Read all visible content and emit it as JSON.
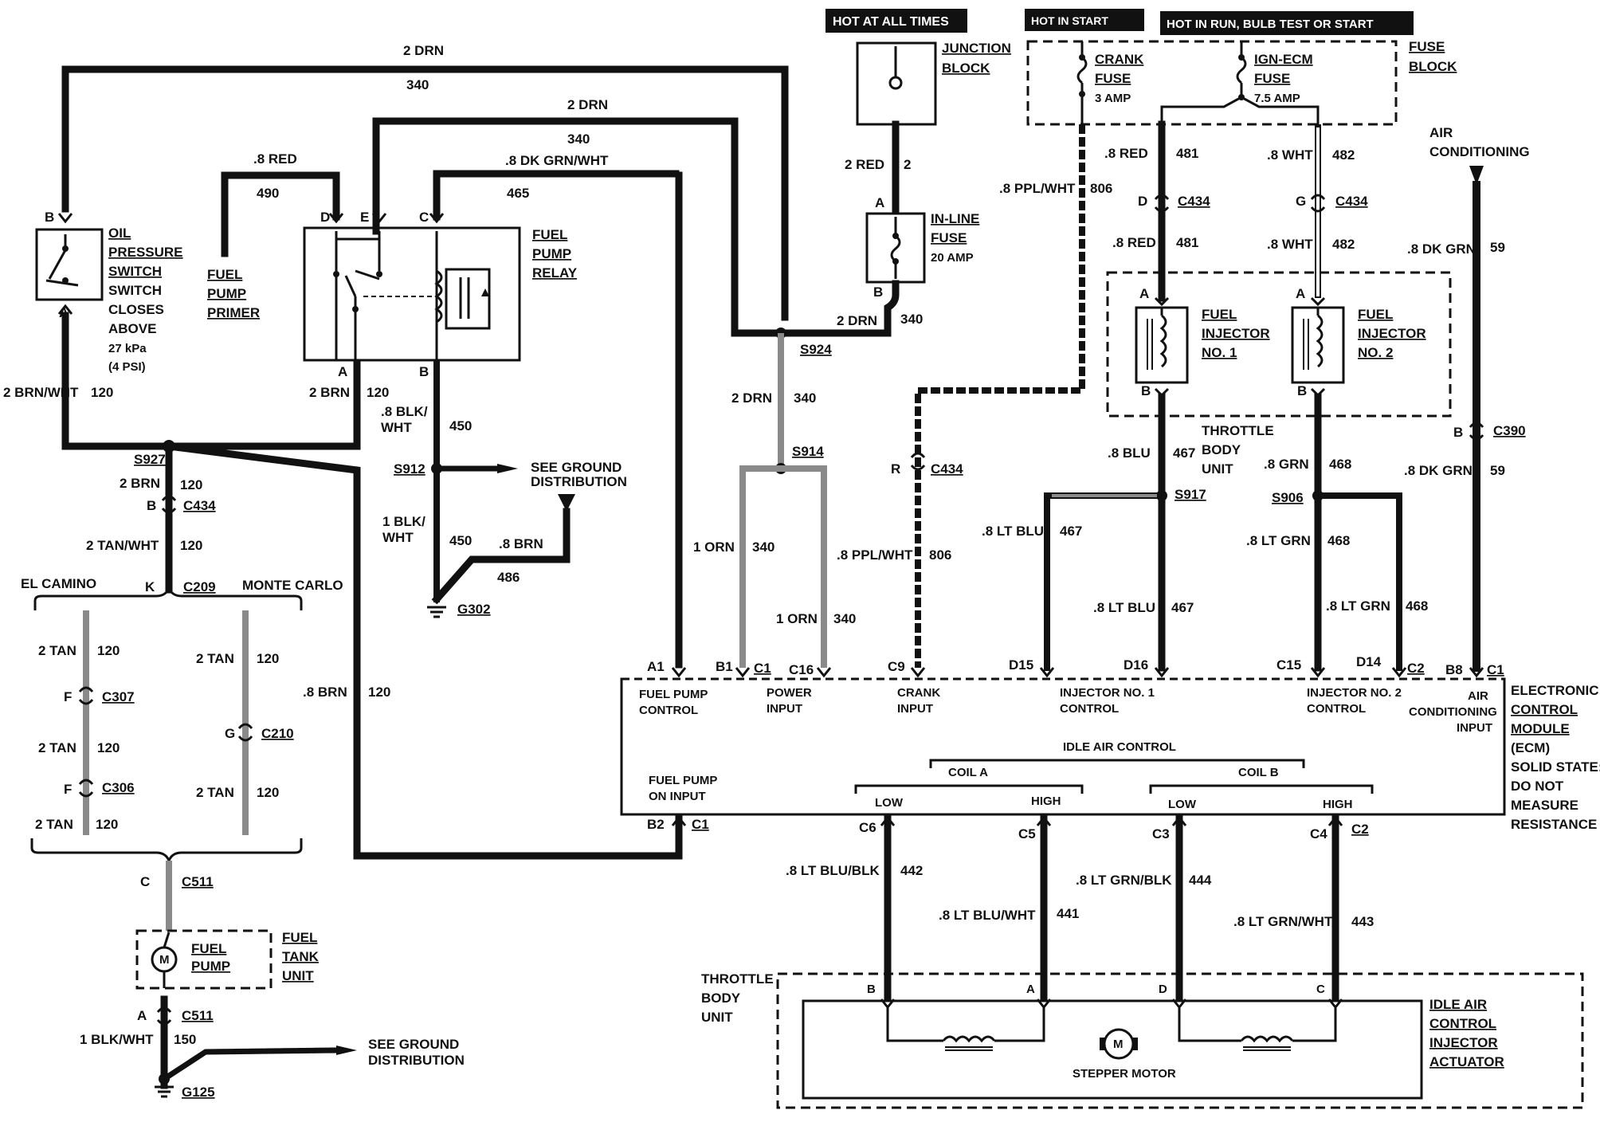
{
  "headers": {
    "hot_at_all_times": "HOT AT ALL TIMES",
    "hot_in_start": "HOT IN START",
    "hot_in_run": "HOT IN RUN, BULB TEST OR START"
  },
  "components": {
    "junction_block": [
      "JUNCTION",
      "BLOCK"
    ],
    "fuse_block": [
      "FUSE",
      "BLOCK"
    ],
    "crank_fuse": [
      "CRANK",
      "FUSE",
      "3 AMP"
    ],
    "ign_ecm_fuse": [
      "IGN-ECM",
      "FUSE",
      "7.5 AMP"
    ],
    "inline_fuse": [
      "IN-LINE",
      "FUSE",
      "20 AMP"
    ],
    "oil_pressure_switch": [
      "OIL",
      "PRESSURE",
      "SWITCH",
      "SWITCH",
      "CLOSES",
      "ABOVE",
      "27 kPa",
      "(4 PSI)"
    ],
    "fuel_pump_primer": [
      "FUEL",
      "PUMP",
      "PRIMER"
    ],
    "fuel_pump_relay": [
      "FUEL",
      "PUMP",
      "RELAY"
    ],
    "fuel_injector_1": [
      "FUEL",
      "INJECTOR",
      "NO. 1"
    ],
    "fuel_injector_2": [
      "FUEL",
      "INJECTOR",
      "NO. 2"
    ],
    "throttle_body_unit_top": [
      "THROTTLE",
      "BODY",
      "UNIT"
    ],
    "air_conditioning": [
      "AIR",
      "CONDITIONING"
    ],
    "see_ground_1": [
      "SEE GROUND",
      "DISTRIBUTION"
    ],
    "see_ground_2": [
      "SEE GROUND",
      "DISTRIBUTION"
    ],
    "el_camino": "EL CAMINO",
    "monte_carlo": "MONTE CARLO",
    "fuel_pump": [
      "FUEL",
      "PUMP"
    ],
    "fuel_tank_unit": [
      "FUEL",
      "TANK",
      "UNIT"
    ],
    "motor_symbol": "M",
    "ecm": [
      "ELECTRONIC",
      "CONTROL",
      "MODULE",
      "(ECM)",
      "SOLID STATE:",
      "DO NOT",
      "MEASURE",
      "RESISTANCE"
    ],
    "throttle_body_unit_bottom": [
      "THROTTLE",
      "BODY",
      "UNIT"
    ],
    "iac_actuator": [
      "IDLE AIR",
      "CONTROL",
      "INJECTOR",
      "ACTUATOR"
    ],
    "stepper_motor": "STEPPER MOTOR"
  },
  "ecm_inputs": {
    "fuel_pump_control": [
      "FUEL PUMP",
      "CONTROL"
    ],
    "power_input": [
      "POWER",
      "INPUT"
    ],
    "crank_input": [
      "CRANK",
      "INPUT"
    ],
    "injector1_control": [
      "INJECTOR NO. 1",
      "CONTROL"
    ],
    "injector2_control": [
      "INJECTOR NO. 2",
      "CONTROL"
    ],
    "ac_input": [
      "AIR",
      "CONDITIONING",
      "INPUT"
    ],
    "fuel_pump_on_input": [
      "FUEL PUMP",
      "ON INPUT"
    ],
    "idle_air_control": "IDLE AIR CONTROL",
    "coil_a": "COIL A",
    "coil_b": "COIL B",
    "low_a": "LOW",
    "high_a": "HIGH",
    "low_b": "LOW",
    "high_b": "HIGH"
  },
  "pins": {
    "a1": "A1",
    "b1": "B1",
    "c1a": "C1",
    "c16": "C16",
    "c9": "C9",
    "d15": "D15",
    "d16": "D16",
    "c15": "C15",
    "d14": "D14",
    "c2a": "C2",
    "b8": "B8",
    "c1b": "C1",
    "b2": "B2",
    "c1c": "C1",
    "c6": "C6",
    "c5": "C5",
    "c3": "C3",
    "c4": "C4",
    "c2b": "C2",
    "oil_b": "B",
    "oil_a": "A",
    "relay_d": "D",
    "relay_e": "E",
    "relay_c": "C",
    "relay_a": "A",
    "relay_b": "B",
    "fuse_a": "A",
    "fuse_b": "B",
    "inj1_a": "A",
    "inj1_b": "B",
    "inj2_a": "A",
    "inj2_b": "B",
    "c434_d": "D",
    "c434_g": "G",
    "c434_r": "R",
    "c434_b": "B",
    "c390_b": "B",
    "c209_k": "K",
    "c307_f": "F",
    "c306_f": "F",
    "c210_g": "G",
    "c511_c": "C",
    "c511_a": "A",
    "iac_b": "B",
    "iac_a": "A",
    "iac_d": "D",
    "iac_c": "C"
  },
  "connectors": {
    "s927": "S927",
    "c434a": "C434",
    "c209": "C209",
    "c307": "C307",
    "c306": "C306",
    "c210": "C210",
    "c511a": "C511",
    "c511b": "C511",
    "g125": "G125",
    "s912": "S912",
    "g302": "G302",
    "s924": "S924",
    "s914": "S914",
    "c434b": "C434",
    "c434c": "C434",
    "c434d": "C434",
    "s917": "S917",
    "s906": "S906",
    "c390": "C390"
  },
  "wires": [
    {
      "id": "w1",
      "label": "2 DRN",
      "circuit": "340"
    },
    {
      "id": "w2",
      "label": "2 DRN",
      "circuit": "340"
    },
    {
      "id": "w3",
      "label": ".8 RED",
      "circuit": "490"
    },
    {
      "id": "w4",
      "label": ".8 DK GRN/WHT",
      "circuit": "465"
    },
    {
      "id": "w5",
      "label": "2 RED",
      "circuit": "2"
    },
    {
      "id": "w6",
      "label": "2 DRN",
      "circuit": "340"
    },
    {
      "id": "w7",
      "label": "2 DRN",
      "circuit": "340"
    },
    {
      "id": "w8",
      "label": ".8 PPL/WHT",
      "circuit": "806"
    },
    {
      "id": "w9",
      "label": ".8 RED",
      "circuit": "481"
    },
    {
      "id": "w10",
      "label": ".8 RED",
      "circuit": "481"
    },
    {
      "id": "w11",
      "label": ".8 WHT",
      "circuit": "482"
    },
    {
      "id": "w12",
      "label": ".8 WHT",
      "circuit": "482"
    },
    {
      "id": "w13",
      "label": ".8 DK GRN",
      "circuit": "59"
    },
    {
      "id": "w14",
      "label": ".8 DK GRN",
      "circuit": "59"
    },
    {
      "id": "w15",
      "label": "2 BRN/WHT",
      "circuit": "120"
    },
    {
      "id": "w16",
      "label": "2 BRN",
      "circuit": "120"
    },
    {
      "id": "w17",
      "label": ".8 BLK/\nWHT",
      "circuit": "450"
    },
    {
      "id": "w18",
      "label": "1 BLK/\nWHT",
      "circuit": "450"
    },
    {
      "id": "w19",
      "label": ".8 BRN",
      "circuit": "486"
    },
    {
      "id": "w20",
      "label": "2 BRN",
      "circuit": "120"
    },
    {
      "id": "w21",
      "label": "2 TAN/WHT",
      "circuit": "120"
    },
    {
      "id": "w22",
      "label": "2 TAN",
      "circuit": "120"
    },
    {
      "id": "w23",
      "label": "2 TAN",
      "circuit": "120"
    },
    {
      "id": "w24",
      "label": "2 TAN",
      "circuit": "120"
    },
    {
      "id": "w25",
      "label": "2 TAN",
      "circuit": "120"
    },
    {
      "id": "w26",
      "label": "2 TAN",
      "circuit": "120"
    },
    {
      "id": "w27",
      "label": ".8 BRN",
      "circuit": "120"
    },
    {
      "id": "w28",
      "label": "1 BLK/WHT",
      "circuit": "150"
    },
    {
      "id": "w29",
      "label": "1 ORN",
      "circuit": "340"
    },
    {
      "id": "w30",
      "label": "1 ORN",
      "circuit": "340"
    },
    {
      "id": "w31",
      "label": ".8 PPL/WHT",
      "circuit": "806"
    },
    {
      "id": "w32",
      "label": ".8 BLU",
      "circuit": "467"
    },
    {
      "id": "w33",
      "label": ".8 LT BLU",
      "circuit": "467"
    },
    {
      "id": "w34",
      "label": ".8 LT BLU",
      "circuit": "467"
    },
    {
      "id": "w35",
      "label": ".8 GRN",
      "circuit": "468"
    },
    {
      "id": "w36",
      "label": ".8 LT GRN",
      "circuit": "468"
    },
    {
      "id": "w37",
      "label": ".8 LT GRN",
      "circuit": "468"
    },
    {
      "id": "w38",
      "label": ".8 LT BLU/BLK",
      "circuit": "442"
    },
    {
      "id": "w39",
      "label": ".8 LT BLU/WHT",
      "circuit": "441"
    },
    {
      "id": "w40",
      "label": ".8 LT GRN/BLK",
      "circuit": "444"
    },
    {
      "id": "w41",
      "label": ".8 LT GRN/WHT",
      "circuit": "443"
    }
  ]
}
